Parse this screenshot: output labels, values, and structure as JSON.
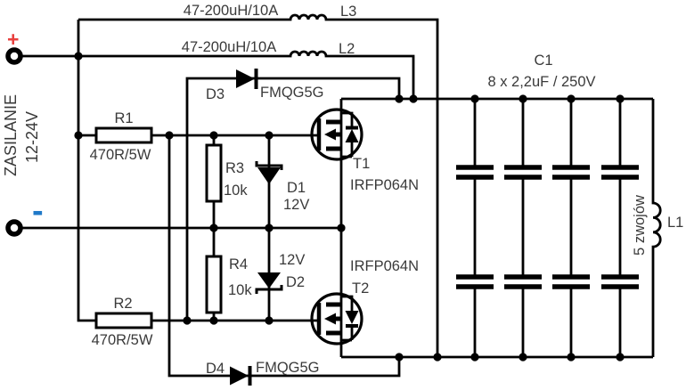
{
  "schematic": {
    "power": {
      "plus": "+",
      "minus": "-",
      "plus_color": "#e8403e",
      "minus_color": "#2079c8",
      "name_line1": "ZASILANIE",
      "name_line2": "12-24V"
    },
    "chokes": {
      "l3_ref": "L3",
      "l3_value": "47-200uH/10A",
      "l2_ref": "L2",
      "l2_value": "47-200uH/10A"
    },
    "diodes": {
      "d3_ref": "D3",
      "d3_value": "FMQG5G",
      "d4_ref": "D4",
      "d4_value": "FMQG5G"
    },
    "zeners": {
      "d1_ref": "D1",
      "d1_value": "12V",
      "d2_ref": "D2",
      "d2_value": "12V"
    },
    "resistors": {
      "r1_ref": "R1",
      "r1_value": "470R/5W",
      "r2_ref": "R2",
      "r2_value": "470R/5W",
      "r3_ref": "R3",
      "r3_value": "10k",
      "r4_ref": "R4",
      "r4_value": "10k"
    },
    "mosfets": {
      "t1_ref": "T1",
      "t1_value": "IRFP064N",
      "t2_ref": "T2",
      "t2_value": "IRFP064N"
    },
    "cap_bank": {
      "ref": "C1",
      "value": "8 x 2,2uF / 250V"
    },
    "work_coil": {
      "ref": "L1",
      "turns": "5 zwojów"
    }
  }
}
